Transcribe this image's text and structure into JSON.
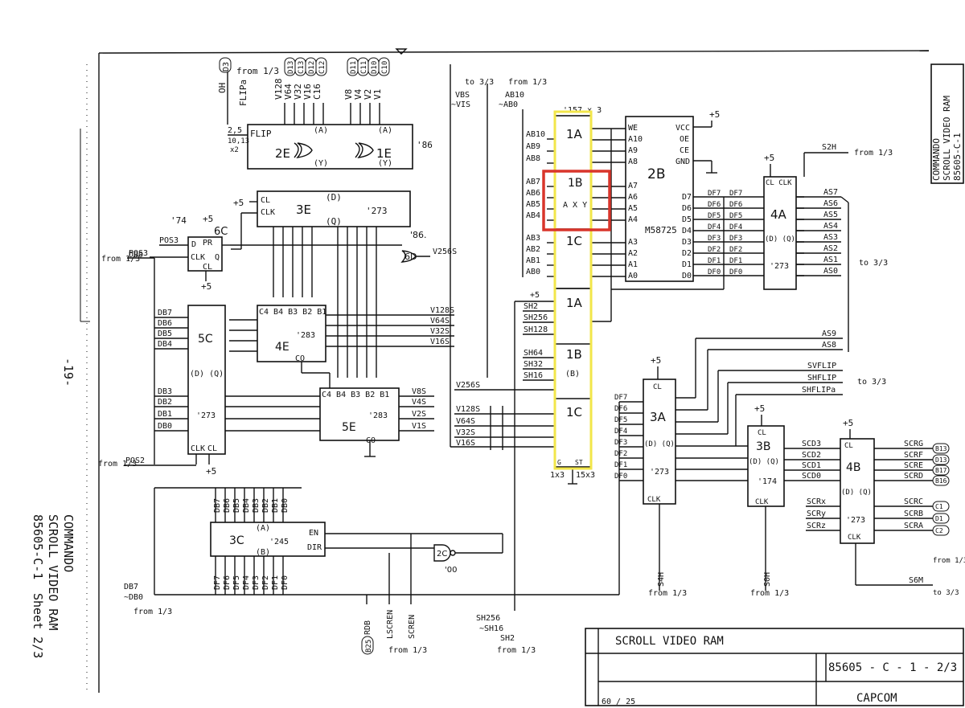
{
  "sheet": {
    "company": "COMMANDO",
    "title": "SCROLL VIDEO RAM",
    "drawing_no": "85605-C-1",
    "sheet_label": "Sheet 2/3",
    "page_no": "-19-",
    "title_block_title": "SCROLL   VIDEO   RAM",
    "title_block_number": "85605 - C - 1  -  2/3",
    "title_block_company": "CAPCOM",
    "title_block_date": "60 / 25"
  },
  "highlights": {
    "yellow": "#f2e64a",
    "red": "#d9352b"
  },
  "refs": {
    "from13": "from 1/3",
    "to33": "to 3/3",
    "plus5": "+5"
  },
  "chips": {
    "c2E": {
      "ref": "2E",
      "pin_l": "FLIP",
      "a": "(A)",
      "y": "(Y)"
    },
    "c1E": {
      "ref": "1E",
      "type": "'86"
    },
    "c3E": {
      "ref": "3E",
      "type": "'273",
      "d": "(D)",
      "q": "(Q)",
      "cl": "CL",
      "clk": "CLK"
    },
    "c6C": {
      "ref": "6C",
      "type": "'74",
      "d": "D",
      "pr": "PR",
      "clk": "CLK",
      "cl": "CL",
      "q": "Q"
    },
    "c6D": {
      "ref": "6D",
      "type": "'86"
    },
    "c4E": {
      "ref": "4E",
      "type": "'283",
      "ins": "C4 B4 B3 B2 B1",
      "co": "CO"
    },
    "c5E": {
      "ref": "5E",
      "type": "'283",
      "ins": "C4 B4 B3 B2 B1",
      "co": "CO"
    },
    "c5C": {
      "ref": "5C",
      "type": "'273",
      "dq": "(D) (Q)",
      "clk": "CLK",
      "cl": "CL"
    },
    "c3C": {
      "ref": "3C",
      "type": "'245",
      "a": "(A)",
      "b": "(B)",
      "en": "EN",
      "dir": "DIR"
    },
    "c2C": {
      "ref": "2C",
      "type": "'00"
    },
    "mux": {
      "type": "'157 x 3",
      "sections": [
        "1A",
        "1B",
        "1C",
        "1A",
        "1B",
        "1C"
      ],
      "axy": "A X Y",
      "b": "(B)",
      "g": "G",
      "st": "ST",
      "n1": "1x3",
      "n2": "15x3"
    },
    "c2B": {
      "ref": "2B",
      "type": "M58725",
      "we": "WE",
      "oe": "OE",
      "ce": "CE",
      "vcc": "VCC",
      "gnd": "GND"
    },
    "c4A": {
      "ref": "4A",
      "type": "'273",
      "top": "CL CLK",
      "dq": "(D) (Q)"
    },
    "c3A": {
      "ref": "3A",
      "type": "'273",
      "cl": "CL",
      "dq": "(D) (Q)",
      "clk": "CLK"
    },
    "c3B": {
      "ref": "3B",
      "type": "'174",
      "cl": "CL",
      "dq": "(D) (Q)",
      "clk": "CLK"
    },
    "c4B": {
      "ref": "4B",
      "type": "'273",
      "cl": "CL",
      "dq": "(D) (Q)",
      "clk": "CLK"
    }
  },
  "signals": {
    "top_left": [
      "OH",
      "D3",
      "from 1/3",
      "FLIPa",
      "V128",
      "V64",
      "V32",
      "V16",
      "C16",
      "D13",
      "C13",
      "D12",
      "C12"
    ],
    "top_mid": [
      "V8",
      "V4",
      "V2",
      "V1",
      "D11",
      "C11",
      "D10",
      "C10"
    ],
    "flip_nets": [
      "2,5",
      "10,13",
      "x2"
    ],
    "pos3": "POS3",
    "pos2": "POS2",
    "db_in": [
      "DB0",
      "DB7",
      "DB6",
      "DB5",
      "DB4",
      "DB3",
      "DB2",
      "DB1",
      "DB0"
    ],
    "v_out": [
      "V256S",
      "V128S",
      "V64S",
      "V32S",
      "V16S",
      "V8S",
      "V4S",
      "V2S",
      "V1S"
    ],
    "v_in": [
      "V256S",
      "V128S",
      "V64S",
      "V32S",
      "V16S"
    ],
    "db_bus_top": [
      "DB7",
      "DB6",
      "DB5",
      "DB4",
      "DB3",
      "DB2",
      "DB1",
      "DB0"
    ],
    "df_bus": [
      "DF7",
      "DF6",
      "DF5",
      "DF4",
      "DF3",
      "DF2",
      "DF1",
      "DF0"
    ],
    "db_range": [
      "DB7",
      "~DB0"
    ],
    "bottom_nets": [
      "RDB",
      "B25",
      "LSCREN",
      "SCREN"
    ],
    "sh_range": [
      "SH256",
      "~SH16",
      "SH2"
    ],
    "vbs": [
      "VBS",
      "~VIS",
      "to 3/3"
    ],
    "ab_range": [
      "AB10",
      "~AB0"
    ],
    "ab_in": [
      "AB10",
      "AB9",
      "AB8",
      "AB7",
      "AB6",
      "AB5",
      "AB4",
      "AB3",
      "AB2",
      "AB1",
      "AB0"
    ],
    "sh_in": [
      "SH2",
      "SH256",
      "SH128",
      "SH64",
      "SH32",
      "SH16"
    ],
    "ram_addr": [
      "A10",
      "A9",
      "A8",
      "A7",
      "A6",
      "A5",
      "A4",
      "A3",
      "A2",
      "A1",
      "A0"
    ],
    "ram_data": [
      "D7",
      "D6",
      "D5",
      "D4",
      "D3",
      "D2",
      "D1",
      "D0"
    ],
    "as_out": [
      "AS7",
      "AS6",
      "AS5",
      "AS4",
      "AS3",
      "AS2",
      "AS1",
      "AS0",
      "AS9",
      "AS8"
    ],
    "s2h": "S2H",
    "flip_sigs": [
      "SVFLIP",
      "SHFLIP",
      "SHFLIPa"
    ],
    "scd": [
      "SCD3",
      "SCD2",
      "SCD1",
      "SCD0"
    ],
    "scr_in": [
      "SCRx",
      "SCRy",
      "SCRz"
    ],
    "scr_out": [
      "SCRG",
      "SCRF",
      "SCRE",
      "SCRD",
      "SCRC",
      "SCRB",
      "SCRA"
    ],
    "scr_conn": [
      "B13",
      "D13",
      "B17",
      "B16",
      "C1",
      "D1",
      "C2"
    ],
    "clk_nets": [
      "S4H",
      "S0H",
      "S6M"
    ],
    "misc": [
      "'86."
    ]
  }
}
